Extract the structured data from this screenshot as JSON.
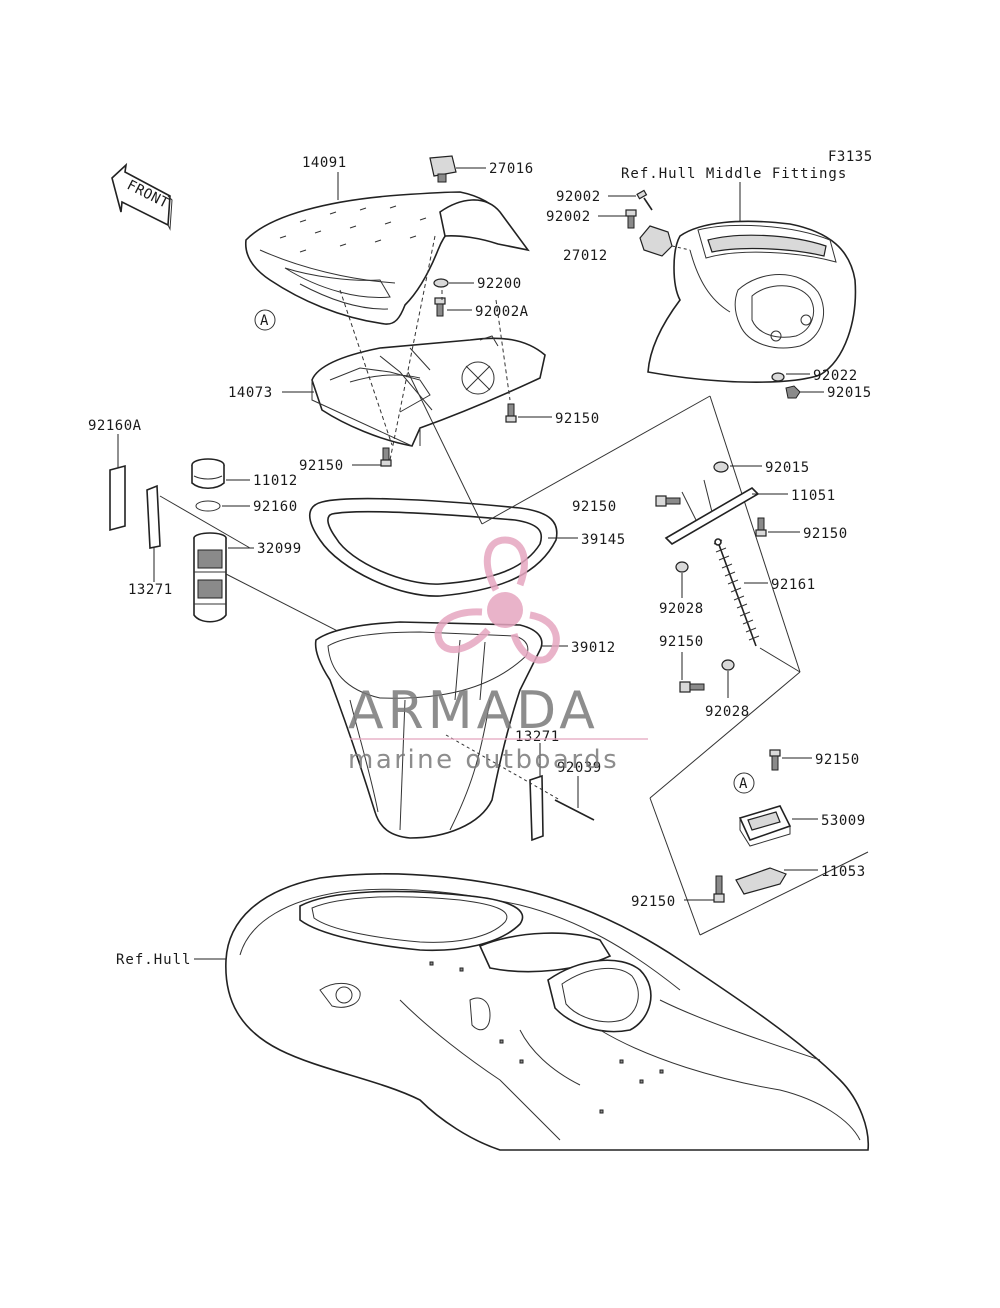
{
  "figure_code": "F3135",
  "front_marker": "FRONT",
  "ref_labels": {
    "hull_middle_fittings": "Ref.Hull Middle Fittings",
    "hull": "Ref.Hull"
  },
  "callout_a": "A",
  "part_numbers": {
    "p14091": "14091",
    "p27016": "27016",
    "p92200": "92200",
    "p92002A": "92002A",
    "p14073": "14073",
    "p92150_top": "92150",
    "p92150_left": "92150",
    "p92160A": "92160A",
    "p11012": "11012",
    "p92160": "92160",
    "p32099": "32099",
    "p13271_left": "13271",
    "p39145": "39145",
    "p39012": "39012",
    "p13271_mid": "13271",
    "p92039": "92039",
    "p92002_a": "92002",
    "p92002_b": "92002",
    "p27012": "27012",
    "p92022": "92022",
    "p92015_top": "92015",
    "p92015_mid": "92015",
    "p92150_r1": "92150",
    "p11051": "11051",
    "p92150_r2": "92150",
    "p92161": "92161",
    "p92028_a": "92028",
    "p92150_r3": "92150",
    "p92028_b": "92028",
    "p92150_r4": "92150",
    "p53009": "53009",
    "p11053": "11053",
    "p92150_r5": "92150"
  },
  "watermark": {
    "brand": "ARMADA",
    "tagline": "marine outboards",
    "color_logo": "#e6a6c0",
    "color_text": "#7a7a7a"
  }
}
